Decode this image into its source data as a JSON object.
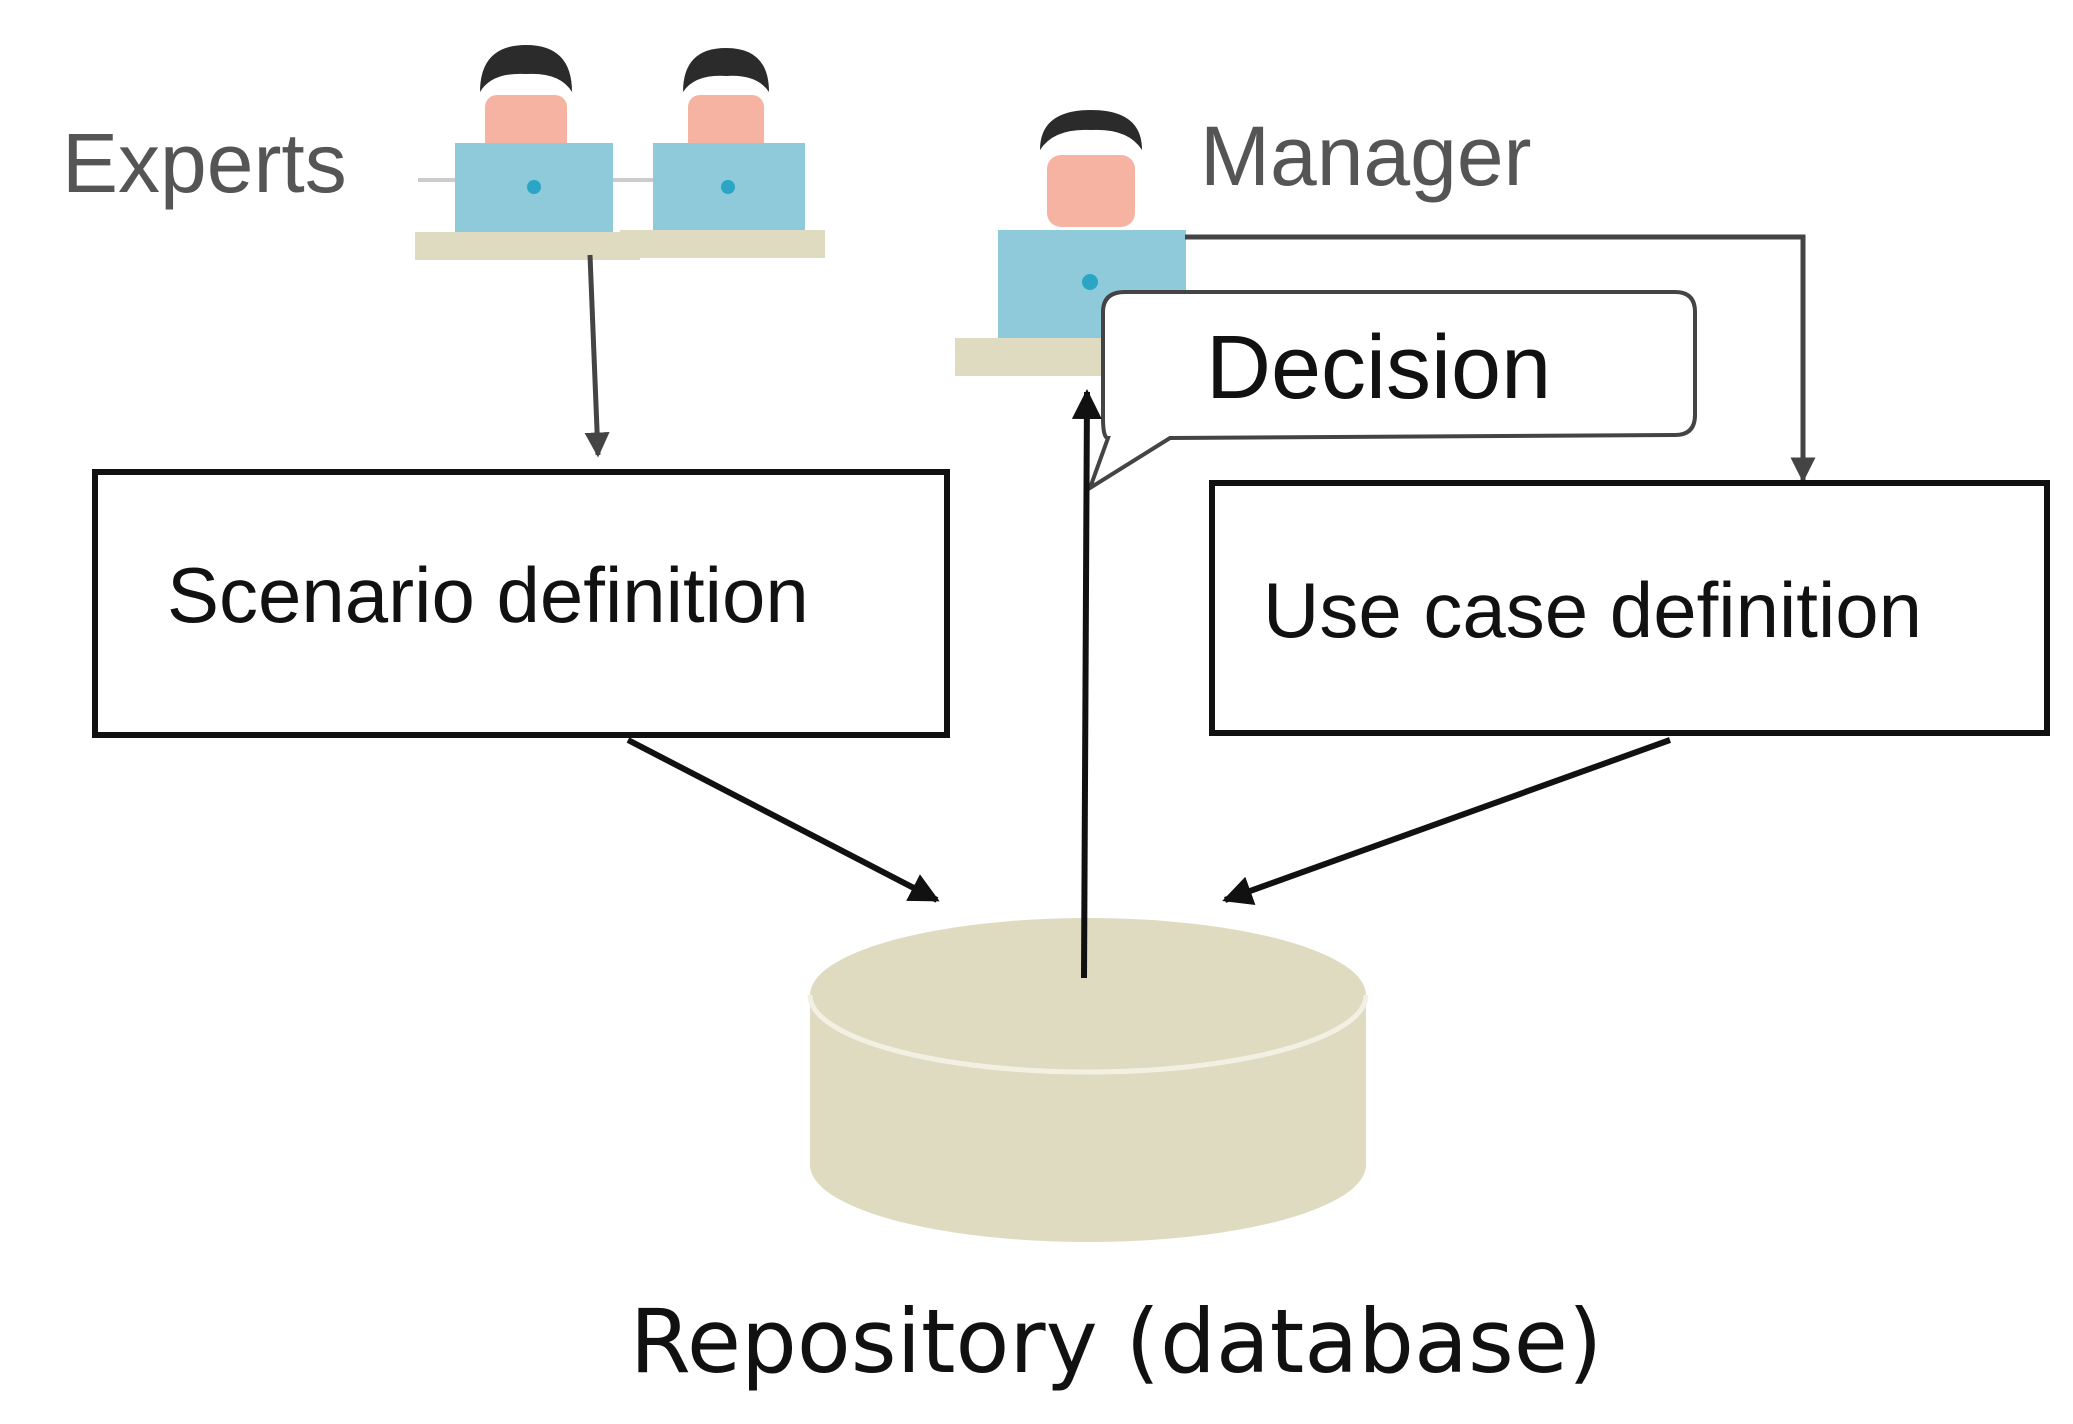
{
  "actors": {
    "experts_label": "Experts",
    "manager_label": "Manager"
  },
  "boxes": {
    "scenario_label": "Scenario definition",
    "use_case_label": "Use case definition"
  },
  "callout": {
    "decision_label": "Decision"
  },
  "repository": {
    "label": "Repository (database)"
  },
  "colors": {
    "laptop": "#8ECAD9",
    "desk": "#DEDBC0",
    "database": "#DEDBC0",
    "skin": "#F6B3A2",
    "hair": "#2B2B2B",
    "arrow_dark": "#111111",
    "arrow_gray": "#444444"
  }
}
